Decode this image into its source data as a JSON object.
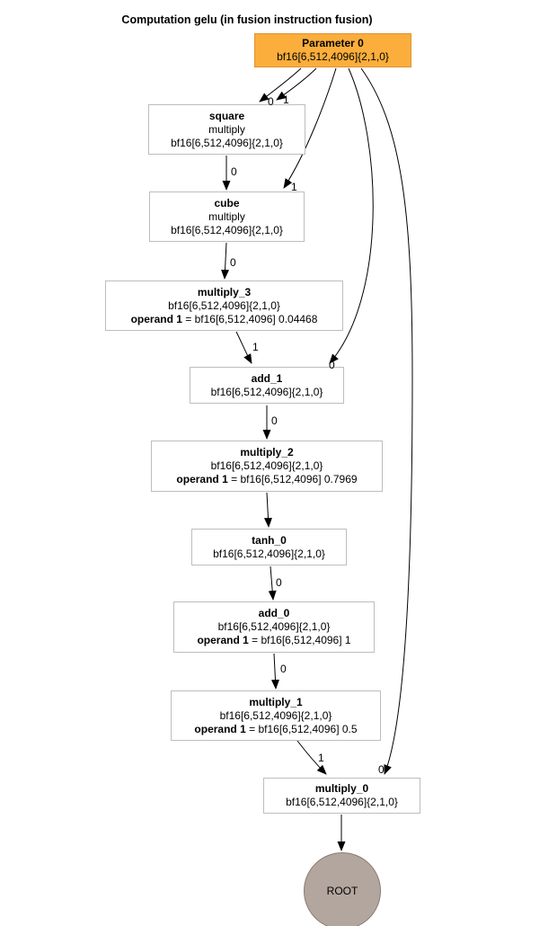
{
  "title": "Computation gelu (in fusion instruction fusion)",
  "nodes": {
    "parameter_0": {
      "name": "Parameter 0",
      "shape": "bf16[6,512,4096]{2,1,0}"
    },
    "square": {
      "name": "square",
      "op": "multiply",
      "shape": "bf16[6,512,4096]{2,1,0}"
    },
    "cube": {
      "name": "cube",
      "op": "multiply",
      "shape": "bf16[6,512,4096]{2,1,0}"
    },
    "multiply_3": {
      "name": "multiply_3",
      "shape": "bf16[6,512,4096]{2,1,0}",
      "operand_label": "operand 1",
      "operand_value": " = bf16[6,512,4096] 0.04468"
    },
    "add_1": {
      "name": "add_1",
      "shape": "bf16[6,512,4096]{2,1,0}"
    },
    "multiply_2": {
      "name": "multiply_2",
      "shape": "bf16[6,512,4096]{2,1,0}",
      "operand_label": "operand 1",
      "operand_value": " = bf16[6,512,4096] 0.7969"
    },
    "tanh_0": {
      "name": "tanh_0",
      "shape": "bf16[6,512,4096]{2,1,0}"
    },
    "add_0": {
      "name": "add_0",
      "shape": "bf16[6,512,4096]{2,1,0}",
      "operand_label": "operand 1",
      "operand_value": " = bf16[6,512,4096] 1"
    },
    "multiply_1": {
      "name": "multiply_1",
      "shape": "bf16[6,512,4096]{2,1,0}",
      "operand_label": "operand 1",
      "operand_value": " = bf16[6,512,4096] 0.5"
    },
    "multiply_0": {
      "name": "multiply_0",
      "shape": "bf16[6,512,4096]{2,1,0}"
    },
    "root": {
      "name": "ROOT"
    }
  },
  "edge_labels": {
    "param_to_square_0": "0",
    "param_to_square_1": "1",
    "square_to_cube": "0",
    "param_to_cube": "1",
    "cube_to_multiply3": "0",
    "multiply3_to_add1": "1",
    "param_to_add1": "0",
    "add1_to_multiply2": "0",
    "tanh0_to_add0": "0",
    "add0_to_multiply1": "0",
    "multiply1_to_multiply0": "1",
    "param_to_multiply0": "0"
  },
  "colors": {
    "parameter_fill": "#fbae3c",
    "parameter_border": "#dd9330",
    "node_border": "#bdbdbd",
    "root_fill": "#b3a69e",
    "root_border": "#8a7a70",
    "edge": "#000000"
  }
}
